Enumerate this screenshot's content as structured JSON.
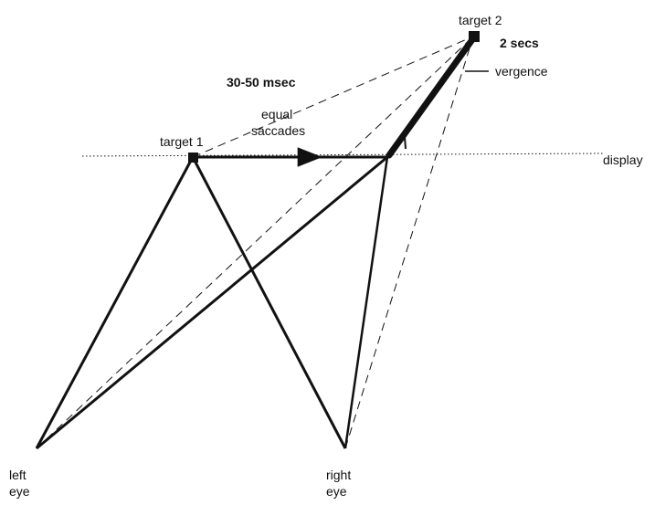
{
  "labels": {
    "target1": "target 1",
    "target2": "target 2",
    "timing_saccade": "30-50 msec",
    "equal_saccades_line1": "equal",
    "equal_saccades_line2": "saccades",
    "timing_vergence": "2 secs",
    "vergence": "vergence",
    "display": "display",
    "left_eye_line1": "left",
    "left_eye_line2": "eye",
    "right_eye_line1": "right",
    "right_eye_line2": "eye"
  },
  "colors": {
    "ink": "#111111",
    "background": "#ffffff"
  }
}
